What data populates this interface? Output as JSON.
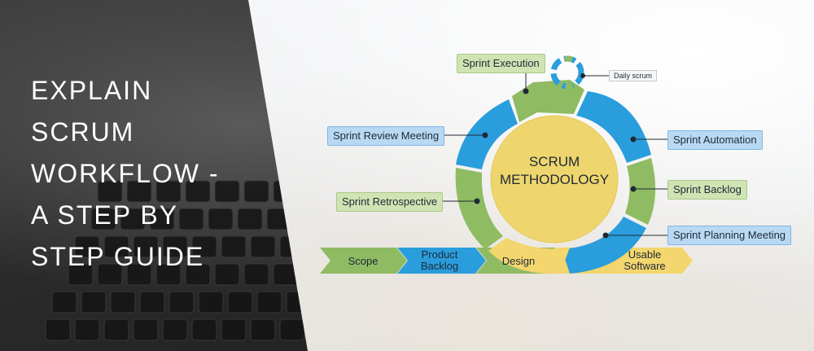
{
  "headline": {
    "lines": [
      "EXPLAIN",
      "SCRUM",
      "WORKFLOW -",
      "A STEP BY",
      "STEP GUIDE"
    ]
  },
  "diagram": {
    "center": {
      "line1": "SCRUM",
      "line2": "METHODOLOGY"
    },
    "labels": {
      "sprint_execution": "Sprint Execution",
      "daily_scrum": "Daily scrum",
      "sprint_review_meeting": "Sprint Review Meeting",
      "sprint_automation": "Sprint Automation",
      "sprint_backlog": "Sprint Backlog",
      "sprint_retrospective": "Sprint Retrospective",
      "sprint_planning_meeting": "Sprint Planning Meeting"
    },
    "flow": {
      "scope": "Scope",
      "product_backlog_1": "Product",
      "product_backlog_2": "Backlog",
      "design": "Design",
      "usable_software_1": "Usable",
      "usable_software_2": "Software"
    },
    "colors": {
      "green": "#8fbb63",
      "blue": "#2a9ddc",
      "yellow": "#eed56d",
      "label_green": "#cfe3b3",
      "label_blue": "#b9d9f3",
      "flow_yellow": "#f3d66d"
    }
  }
}
